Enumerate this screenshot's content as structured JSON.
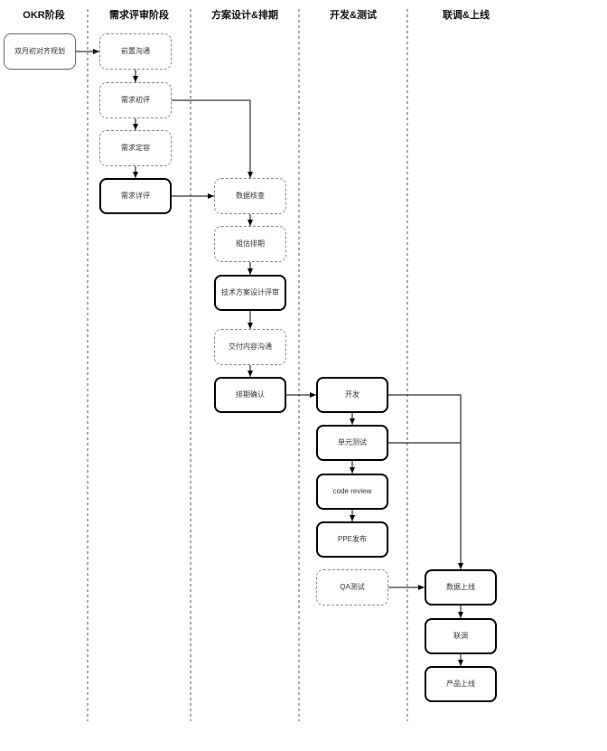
{
  "lanes": [
    {
      "id": "okr",
      "title": "OKR阶段"
    },
    {
      "id": "req",
      "title": "需求评审阶段"
    },
    {
      "id": "design",
      "title": "方案设计&排期"
    },
    {
      "id": "dev",
      "title": "开发&测试"
    },
    {
      "id": "launch",
      "title": "联调&上线"
    }
  ],
  "nodes": {
    "plan": {
      "label": "双月初对齐规划"
    },
    "pre": {
      "label": "前置沟通"
    },
    "initial": {
      "label": "需求初评"
    },
    "finalize": {
      "label": "需求定容"
    },
    "detail": {
      "label": "需求详评"
    },
    "data_check": {
      "label": "数据核查"
    },
    "estimate": {
      "label": "粗估排期"
    },
    "tech_review": {
      "label": "技术方案设计评审"
    },
    "deliver": {
      "label": "交付内容沟通"
    },
    "schedule": {
      "label": "排期确认"
    },
    "develop": {
      "label": "开发"
    },
    "unit_test": {
      "label": "单元测试"
    },
    "code_review": {
      "label": "code review"
    },
    "ppe": {
      "label": "PPE发布"
    },
    "qa": {
      "label": "QA测试"
    },
    "data_launch": {
      "label": "数据上线"
    },
    "joint": {
      "label": "联调"
    },
    "release": {
      "label": "产品上线"
    }
  }
}
